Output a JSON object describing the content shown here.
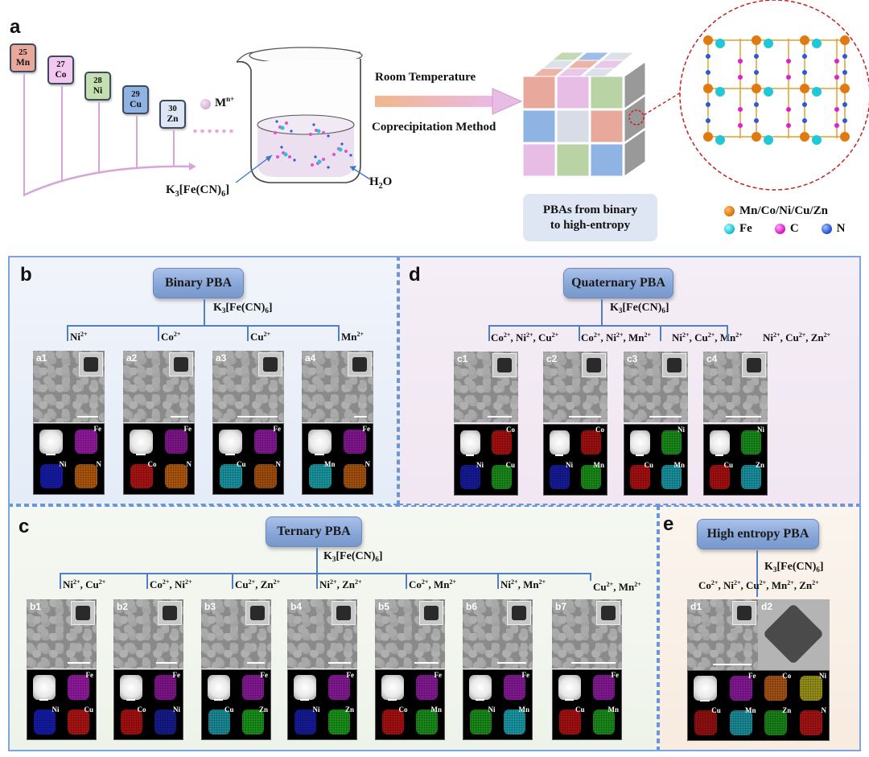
{
  "figure": {
    "panel_a": {
      "letter": "a",
      "elements": [
        {
          "number": "25",
          "symbol": "Mn",
          "color": "#e8a89c"
        },
        {
          "number": "27",
          "symbol": "Co",
          "color": "#f3c8f0"
        },
        {
          "number": "28",
          "symbol": "Ni",
          "color": "#c5e0b0"
        },
        {
          "number": "29",
          "symbol": "Cu",
          "color": "#8fb3e3"
        },
        {
          "number": "30",
          "symbol": "Zn",
          "color": "#dde6f4"
        }
      ],
      "metal_ion_label": "M",
      "metal_ion_charge": "n+",
      "reagent_label": "K",
      "reagent_parts": [
        "3",
        "[Fe(CN)",
        "6",
        "]"
      ],
      "solvent_label": "H",
      "solvent_parts": [
        "2",
        "O"
      ],
      "condition_top": "Room Temperature",
      "condition_bottom": "Coprecipitation Method",
      "pbas_box_line1": "PBAs from binary",
      "pbas_box_line2": "to high-entropy",
      "cube_colors": [
        "#e8a89c",
        "#e7bde6",
        "#b9d3a4",
        "#8fb3e3",
        "#d7dce6"
      ],
      "legend": [
        {
          "label": "Mn/Co/Ni/Cu/Zn",
          "color": "#e07a10"
        },
        {
          "label": "Fe",
          "color": "#1fc8d8"
        },
        {
          "label": "C",
          "color": "#e020d0"
        },
        {
          "label": "N",
          "color": "#2a5ad8"
        }
      ]
    },
    "panel_b": {
      "letter": "b",
      "title": "Binary PBA",
      "precursor": "K3[Fe(CN)6]",
      "branches": [
        {
          "ions": "Ni",
          "charge": "2+"
        },
        {
          "ions": "Co",
          "charge": "2+"
        },
        {
          "ions": "Cu",
          "charge": "2+"
        },
        {
          "ions": "Mn",
          "charge": "2+"
        }
      ],
      "samples": [
        {
          "id": "a1",
          "eds": [
            {
              "label": "",
              "color": "haadf"
            },
            {
              "label": "Fe",
              "color": "#b020c0"
            },
            {
              "label": "Ni",
              "color": "#1a22c8"
            },
            {
              "label": "N",
              "color": "#d46a10"
            }
          ]
        },
        {
          "id": "a2",
          "eds": [
            {
              "label": "",
              "color": "haadf"
            },
            {
              "label": "Fe",
              "color": "#9a1aa8"
            },
            {
              "label": "Co",
              "color": "#d01818"
            },
            {
              "label": "N",
              "color": "#d46a10"
            }
          ]
        },
        {
          "id": "a3",
          "eds": [
            {
              "label": "",
              "color": "haadf"
            },
            {
              "label": "Fe",
              "color": "#a020b4"
            },
            {
              "label": "Cu",
              "color": "#20b4c4"
            },
            {
              "label": "N",
              "color": "#c46010"
            }
          ]
        },
        {
          "id": "a4",
          "eds": [
            {
              "label": "",
              "color": "haadf"
            },
            {
              "label": "Fe",
              "color": "#a01cb0"
            },
            {
              "label": "Mn",
              "color": "#20b8c0"
            },
            {
              "label": "N",
              "color": "#c86410"
            }
          ]
        }
      ]
    },
    "panel_c": {
      "letter": "c",
      "title": "Ternary PBA",
      "precursor": "K3[Fe(CN)6]",
      "branches": [
        {
          "ions": [
            "Ni",
            "Cu"
          ]
        },
        {
          "ions": [
            "Co",
            "Ni"
          ]
        },
        {
          "ions": [
            "Cu",
            "Zn"
          ]
        },
        {
          "ions": [
            "Ni",
            "Zn"
          ]
        },
        {
          "ions": [
            "Co",
            "Mn"
          ]
        },
        {
          "ions": [
            "Ni",
            "Mn"
          ]
        },
        {
          "ions": [
            "Cu",
            "Mn"
          ]
        }
      ],
      "charge": "2+",
      "samples": [
        {
          "id": "b1",
          "eds": [
            {
              "label": "",
              "color": "haadf"
            },
            {
              "label": "Fe",
              "color": "#b020c0"
            },
            {
              "label": "Ni",
              "color": "#1a22c8"
            },
            {
              "label": "Cu",
              "color": "#d01818"
            }
          ]
        },
        {
          "id": "b2",
          "eds": [
            {
              "label": "",
              "color": "haadf"
            },
            {
              "label": "Fe",
              "color": "#9a1aa8"
            },
            {
              "label": "Co",
              "color": "#c81414"
            },
            {
              "label": "Ni",
              "color": "#1a22a8"
            }
          ]
        },
        {
          "id": "b3",
          "eds": [
            {
              "label": "",
              "color": "haadf"
            },
            {
              "label": "Fe",
              "color": "#a020b4"
            },
            {
              "label": "Cu",
              "color": "#20a8b8"
            },
            {
              "label": "Zn",
              "color": "#20b020"
            }
          ]
        },
        {
          "id": "b4",
          "eds": [
            {
              "label": "",
              "color": "haadf"
            },
            {
              "label": "Fe",
              "color": "#a020b4"
            },
            {
              "label": "Ni",
              "color": "#1a22b8"
            },
            {
              "label": "Zn",
              "color": "#20b020"
            }
          ]
        },
        {
          "id": "b5",
          "eds": [
            {
              "label": "",
              "color": "haadf"
            },
            {
              "label": "Fe",
              "color": "#a020b4"
            },
            {
              "label": "Co",
              "color": "#c81414"
            },
            {
              "label": "Mn",
              "color": "#20a820"
            }
          ]
        },
        {
          "id": "b6",
          "eds": [
            {
              "label": "",
              "color": "haadf"
            },
            {
              "label": "Fe",
              "color": "#a020b4"
            },
            {
              "label": "Ni",
              "color": "#20a820"
            },
            {
              "label": "Mn",
              "color": "#20b8c8"
            }
          ]
        },
        {
          "id": "b7",
          "eds": [
            {
              "label": "",
              "color": "haadf"
            },
            {
              "label": "Fe",
              "color": "#a020b4"
            },
            {
              "label": "Cu",
              "color": "#c81414"
            },
            {
              "label": "Mn",
              "color": "#20a820"
            }
          ]
        }
      ]
    },
    "panel_d": {
      "letter": "d",
      "title": "Quaternary PBA",
      "precursor": "K3[Fe(CN)6]",
      "branches": [
        {
          "ions": [
            "Co",
            "Ni",
            "Cu"
          ]
        },
        {
          "ions": [
            "Co",
            "Ni",
            "Mn"
          ]
        },
        {
          "ions": [
            "Ni",
            "Cu",
            "Mn"
          ]
        },
        {
          "ions": [
            "Ni",
            "Cu",
            "Zn"
          ]
        }
      ],
      "charge": "2+",
      "samples": [
        {
          "id": "c1",
          "eds": [
            {
              "label": "",
              "color": "haadf"
            },
            {
              "label": "Co",
              "color": "#c81414"
            },
            {
              "label": "Ni",
              "color": "#1a22b8"
            },
            {
              "label": "Cu",
              "color": "#20a820"
            }
          ]
        },
        {
          "id": "c2",
          "eds": [
            {
              "label": "",
              "color": "haadf"
            },
            {
              "label": "Co",
              "color": "#c01414"
            },
            {
              "label": "Ni",
              "color": "#1a22b8"
            },
            {
              "label": "Mn",
              "color": "#20a820"
            }
          ]
        },
        {
          "id": "c3",
          "eds": [
            {
              "label": "",
              "color": "haadf"
            },
            {
              "label": "Ni",
              "color": "#20a820"
            },
            {
              "label": "Cu",
              "color": "#c81414"
            },
            {
              "label": "Mn",
              "color": "#20b0c0"
            }
          ]
        },
        {
          "id": "c4",
          "eds": [
            {
              "label": "",
              "color": "haadf"
            },
            {
              "label": "Ni",
              "color": "#20a820"
            },
            {
              "label": "Cu",
              "color": "#c81414"
            },
            {
              "label": "Zn",
              "color": "#20b0c0"
            }
          ]
        }
      ]
    },
    "panel_e": {
      "letter": "e",
      "title": "High entropy PBA",
      "precursor": "K3[Fe(CN)6]",
      "ions_line": [
        "Co",
        "Ni",
        "Cu",
        "Mn",
        "Zn"
      ],
      "charge": "2+",
      "samples": [
        {
          "id": "d1"
        },
        {
          "id": "d2"
        }
      ],
      "eds": [
        {
          "label": "",
          "color": "haadf"
        },
        {
          "label": "Fe",
          "color": "#a020b4"
        },
        {
          "label": "Co",
          "color": "#c8641a"
        },
        {
          "label": "Ni",
          "color": "#b8b020"
        },
        {
          "label": "Cu",
          "color": "#b01414"
        },
        {
          "label": "Mn",
          "color": "#20a8b8"
        },
        {
          "label": "Zn",
          "color": "#20a020"
        },
        {
          "label": "N",
          "color": "#c81818"
        }
      ]
    },
    "colors": {
      "panel_border": "#6b96d8",
      "tree_line": "#4f7fc4",
      "title_box": "#86a4d6"
    }
  }
}
